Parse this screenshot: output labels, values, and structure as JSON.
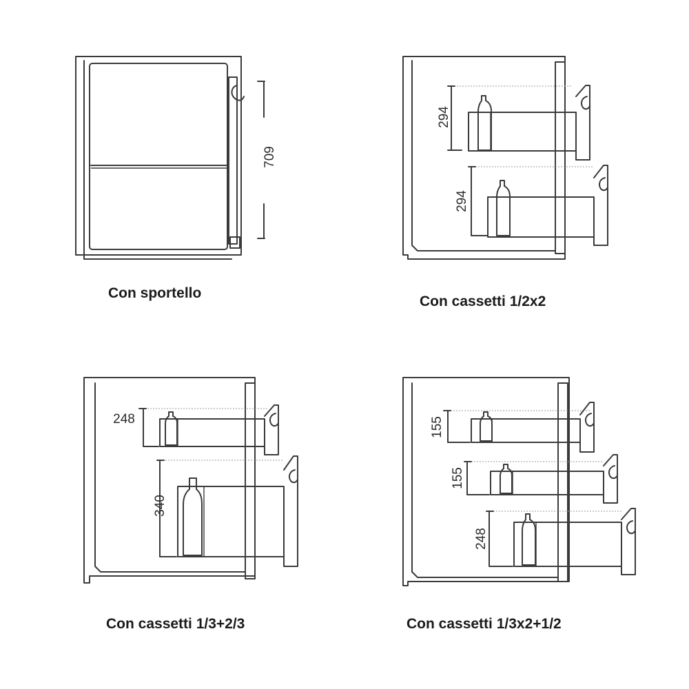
{
  "panels": [
    {
      "caption": "Con sportello",
      "dims": [
        "709"
      ]
    },
    {
      "caption": "Con cassetti 1/2x2",
      "dims": [
        "294",
        "294"
      ]
    },
    {
      "caption": "Con cassetti 1/3+2/3",
      "dims": [
        "248",
        "340"
      ]
    },
    {
      "caption": "Con cassetti 1/3x2+1/2",
      "dims": [
        "155",
        "155",
        "248"
      ]
    }
  ],
  "colors": {
    "line": "#3a3a3a",
    "dashed": "#9a9a9a",
    "text": "#1a1a1a"
  },
  "icons": [
    "bottle-icon",
    "drawer-handle-icon",
    "door-handle-icon"
  ]
}
